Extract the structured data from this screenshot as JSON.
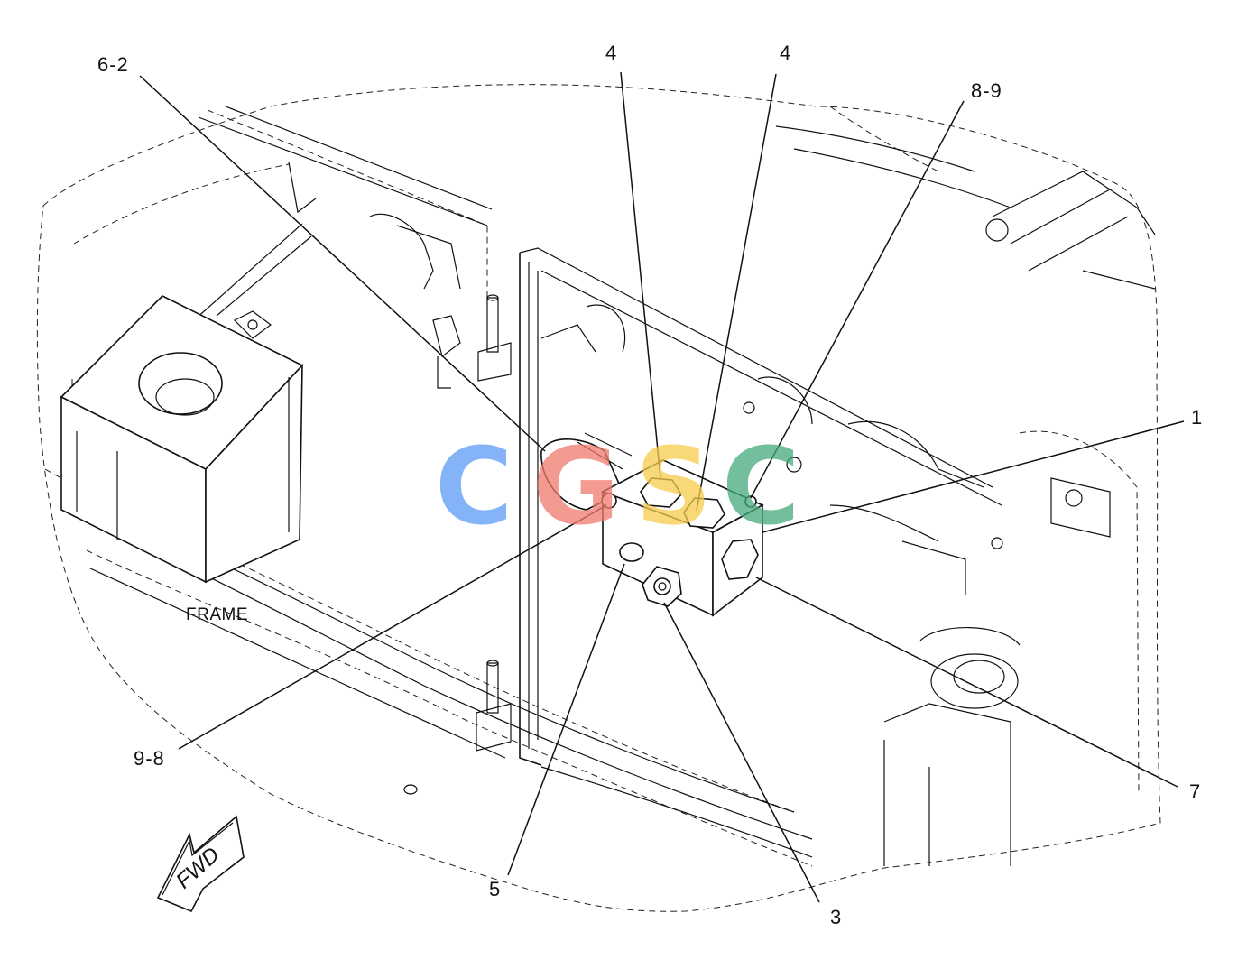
{
  "callouts": [
    {
      "id": "c-6-2",
      "label": "6-2"
    },
    {
      "id": "c-4a",
      "label": "4"
    },
    {
      "id": "c-4b",
      "label": "4"
    },
    {
      "id": "c-8-9",
      "label": "8-9"
    },
    {
      "id": "c-1",
      "label": "1"
    },
    {
      "id": "c-7",
      "label": "7"
    },
    {
      "id": "c-3",
      "label": "3"
    },
    {
      "id": "c-5",
      "label": "5"
    },
    {
      "id": "c-9-8",
      "label": "9-8"
    }
  ],
  "frame_label": "FRAME",
  "fwd_label": "FWD",
  "watermark": {
    "letters": [
      "C",
      "G",
      "S",
      "C"
    ],
    "colors": [
      "#5b9bf5",
      "#f07a6c",
      "#f6cc4a",
      "#45a97c"
    ]
  }
}
